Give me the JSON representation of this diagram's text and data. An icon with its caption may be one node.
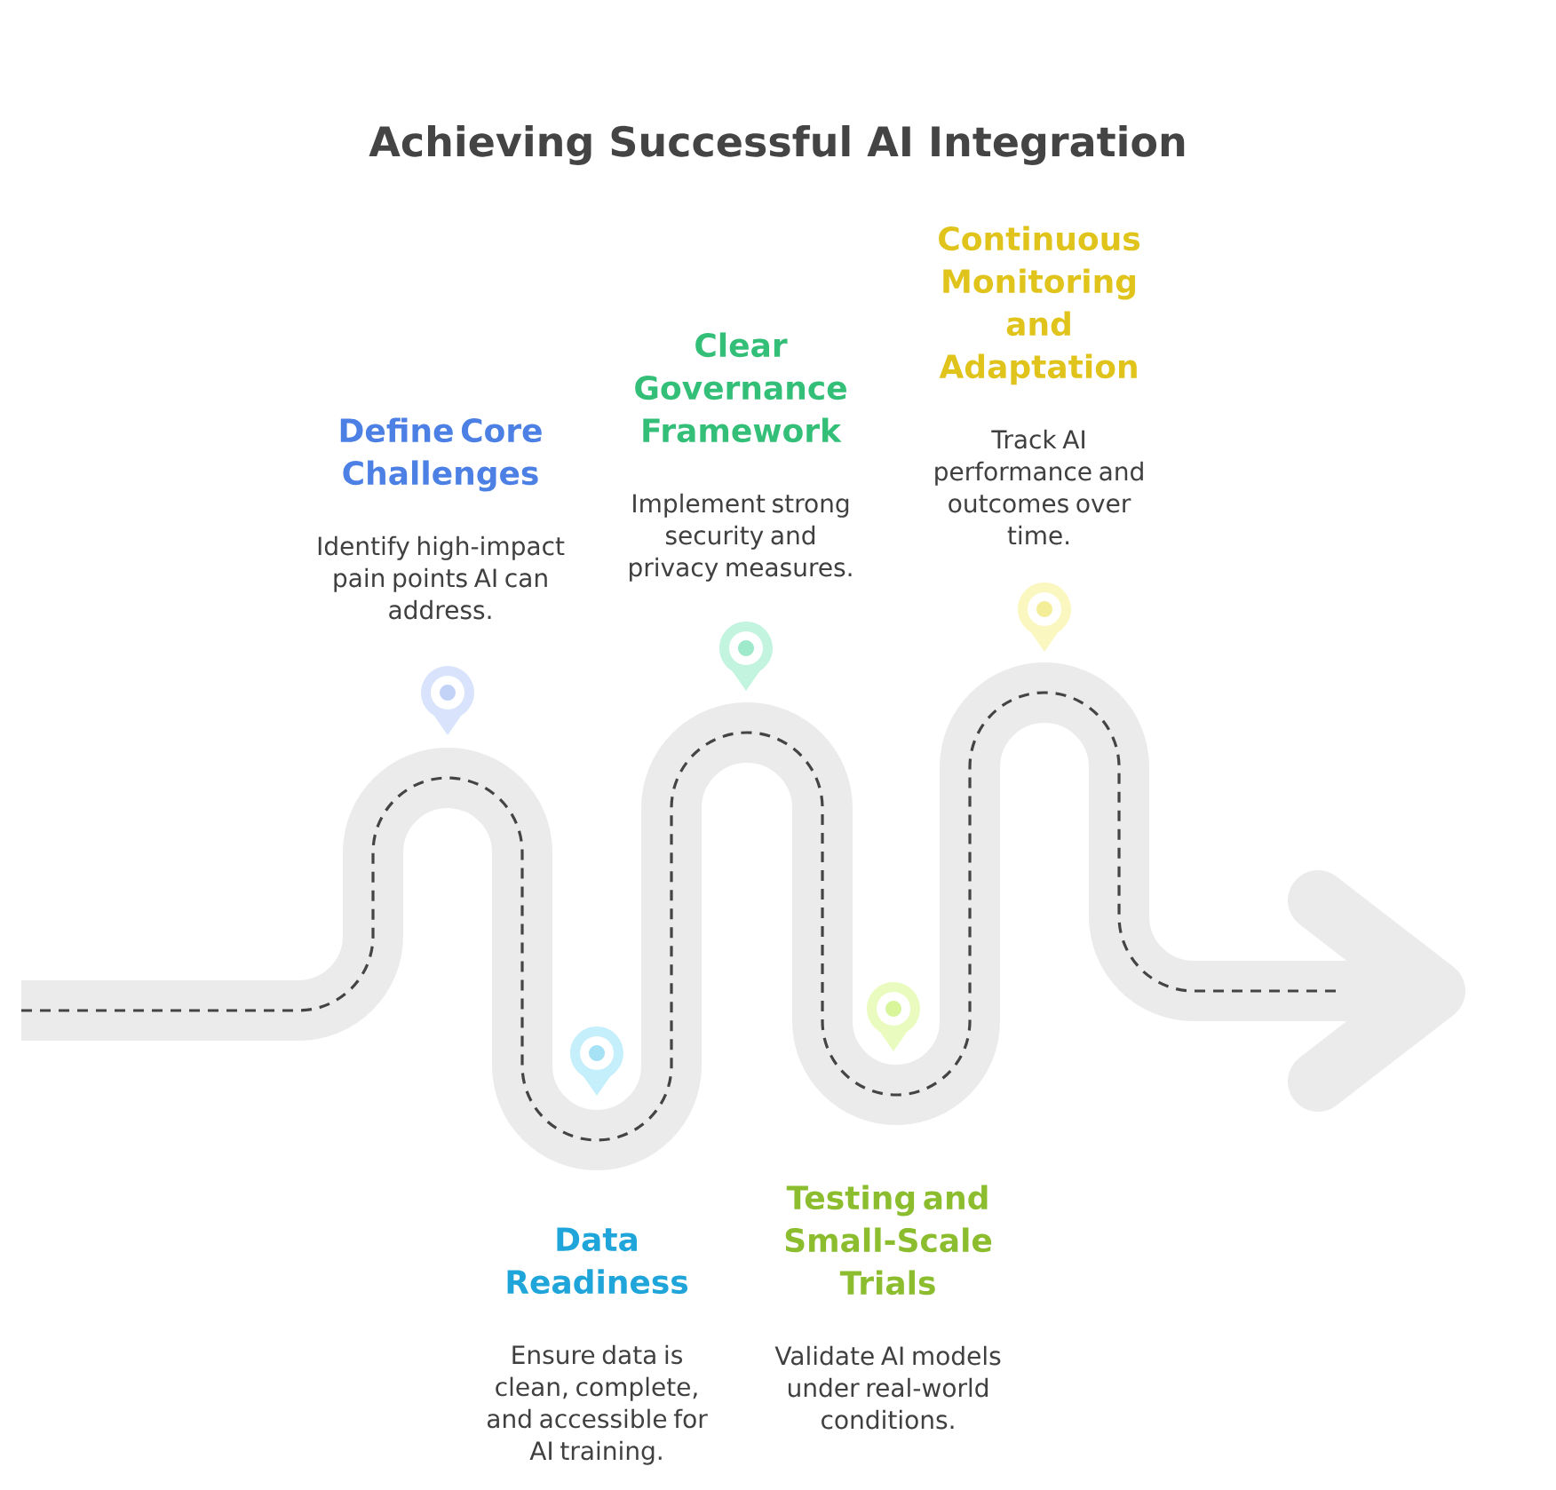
{
  "diagram": {
    "title": "Achieving Successful AI Integration",
    "nodes": [
      {
        "text": [
          "Define Core Challenges",
          "Identify high-impact pain points AI can address."
        ]
      },
      {
        "text": [
          "Data Readiness",
          "Ensure data is clean, complete, and accessible for AI training."
        ]
      },
      {
        "text": [
          "Clear Governance Framework",
          "Implement strong security and privacy measures."
        ]
      },
      {
        "text": [
          "Testing and Small-Scale Trials",
          "Validate AI models under real-world conditions."
        ]
      },
      {
        "text": [
          "Continuous Monitoring and Adaptation",
          "Track AI performance and outcomes over time."
        ]
      }
    ]
  }
}
